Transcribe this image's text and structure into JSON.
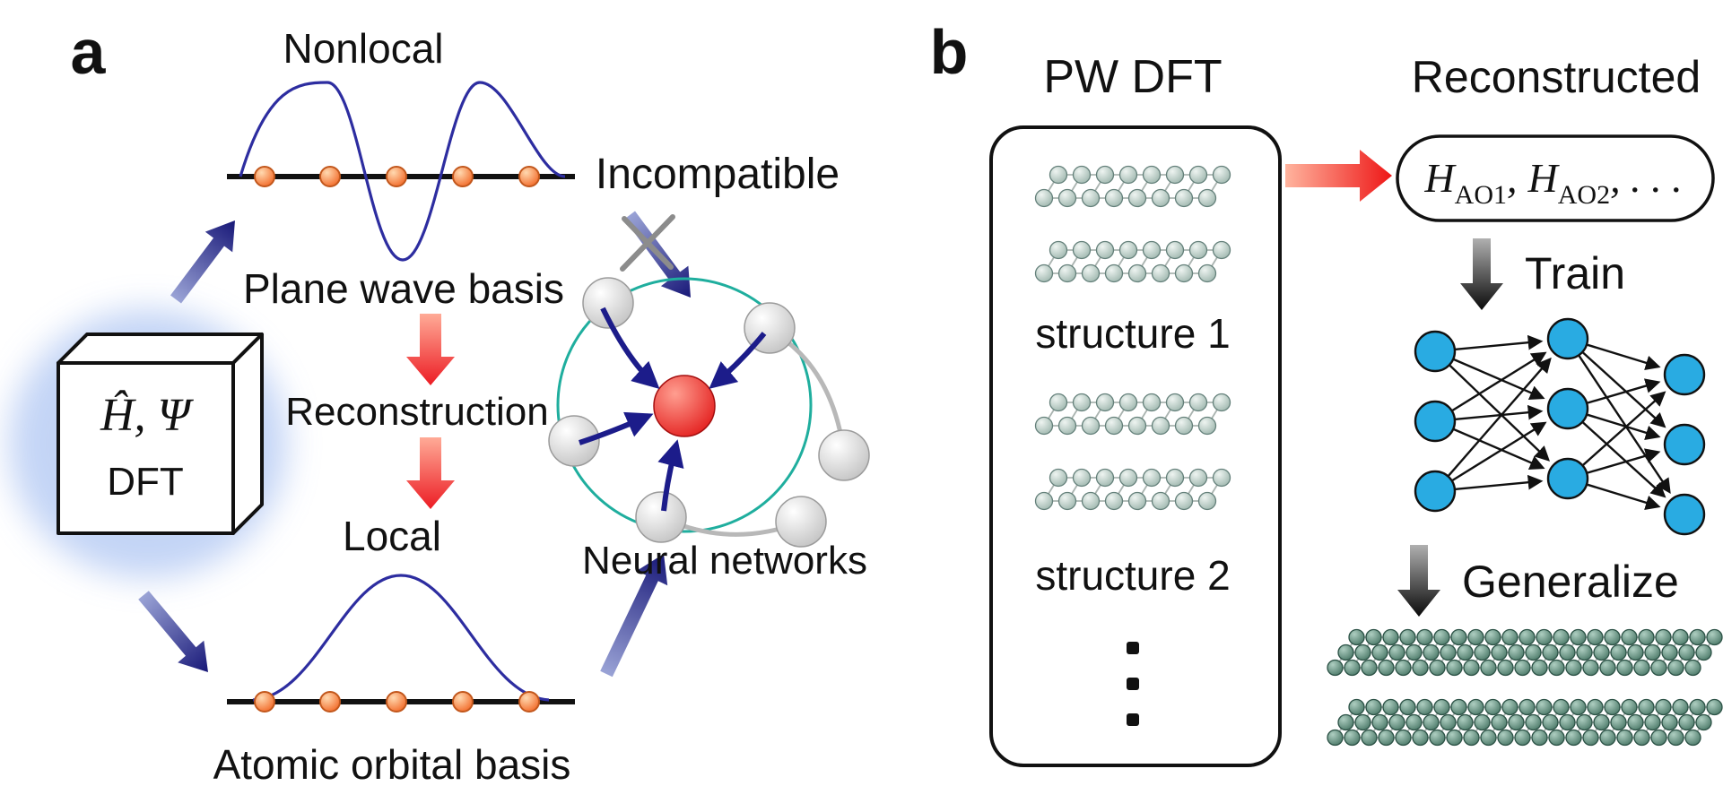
{
  "colors": {
    "text": "#111111",
    "navy": "#1c1c8a",
    "red": "#ec1c24",
    "gray_incompatible": "#9a9a9a",
    "teal_ring": "#1fae9e",
    "nn_node_blue": "#29abe2",
    "orange_site": "#f26522"
  },
  "panel_a": {
    "label": "a",
    "nonlocal_label": "Nonlocal",
    "plane_wave_label": "Plane wave basis",
    "incompatible_label": "Incompatible",
    "reconstruction_label": "Reconstruction",
    "local_label": "Local",
    "atomic_orbital_label": "Atomic orbital basis",
    "neural_networks_label": "Neural networks",
    "dft_cube": {
      "hamiltonian_wavefunction": "Ĥ, Ψ",
      "method": "DFT"
    }
  },
  "panel_b": {
    "label": "b",
    "pw_dft_label": "PW DFT",
    "reconstructed_label": "Reconstructed",
    "structure_labels": [
      "structure 1",
      "structure 2"
    ],
    "train_label": "Train",
    "generalize_label": "Generalize",
    "hamiltonian_list": {
      "H1": "H",
      "sub1": "AO1",
      "comma": ",",
      "H2": "H",
      "sub2": "AO2",
      "dots": ", . . ."
    }
  }
}
